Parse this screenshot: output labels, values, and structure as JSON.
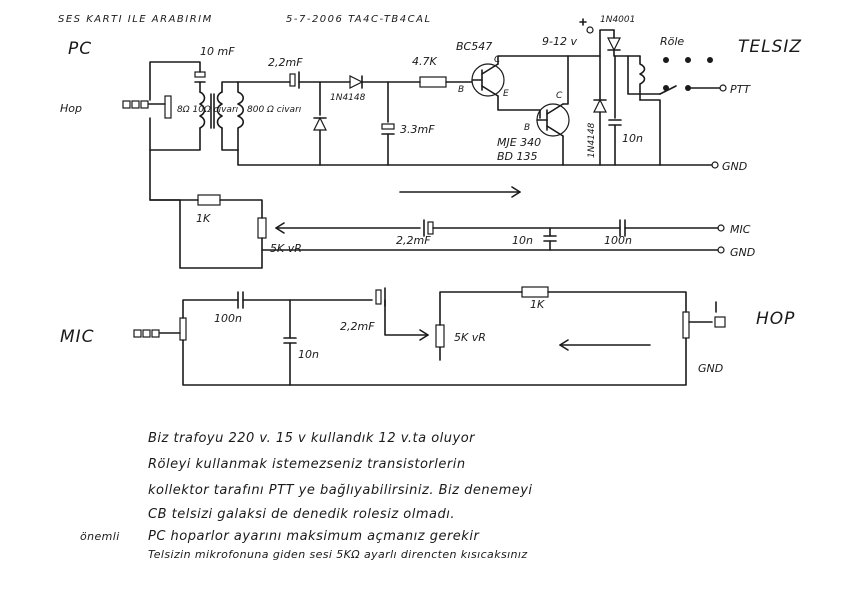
{
  "header": {
    "left": "SES KARTI ILE ARABIRIM",
    "right": "5-7-2006 TA4C-TB4CAL"
  },
  "blocks": {
    "pc": "PC",
    "telsiz": "TELSIZ"
  },
  "terminals": {
    "hop_left": "Hop",
    "hop_right": "HOP",
    "ptt": "PTT",
    "gnd_top": "GND",
    "mic_right": "MIC",
    "gnd_mid": "GND",
    "mic_left": "MIC",
    "gnd_bottom": "GND"
  },
  "components": {
    "cap_10mf": "10 mF",
    "speaker": "8Ω 10Ω civarı",
    "coil_800": "800 Ω civarı",
    "cap_2_2mf_top": "2,2mF",
    "diode_1n4148": "1N4148",
    "res_4_7k": "4.7K",
    "cap_3_3mf": "3.3mF",
    "trans_bc547": "BC547",
    "trans_mje340": "MJE 340",
    "trans_bd135": "BD 135",
    "pin_c1": "C",
    "pin_b1": "B",
    "pin_e1": "E",
    "pin_c2": "C",
    "pin_b2": "B",
    "supply": "9-12 v",
    "diode_1n4001": "1N4001",
    "diode_1n4148_vert": "1N4148",
    "relay": "Röle",
    "cap_10n_relay": "10n",
    "res_1k_top": "1K",
    "pot_5k_top": "5K vR",
    "cap_2_2mf_mid": "2,2mF",
    "cap_10n_mid": "10n",
    "cap_100n_mid": "100n",
    "cap_100n_low": "100n",
    "cap_10n_low": "10n",
    "cap_2_2mf_low": "2,2mF",
    "pot_5k_low": "5K vR",
    "res_1k_low": "1K"
  },
  "notes": [
    "Biz trafoyu 220 v. 15 v kullandık 12 v.ta oluyor",
    "Röleyi kullanmak istemezseniz transistorlerin",
    "kollektor tarafını PTT ye bağlıyabilirsiniz. Biz denemeyi",
    "CB telsizi galaksi de denedik rolesiz olmadı.",
    "PC hoparlor ayarını maksimum açmanız gerekir"
  ],
  "note_prefix": "önemli",
  "note_last": "Telsizin mikrofonuna giden sesi 5KΩ ayarlı direncten kısıcaksınız"
}
